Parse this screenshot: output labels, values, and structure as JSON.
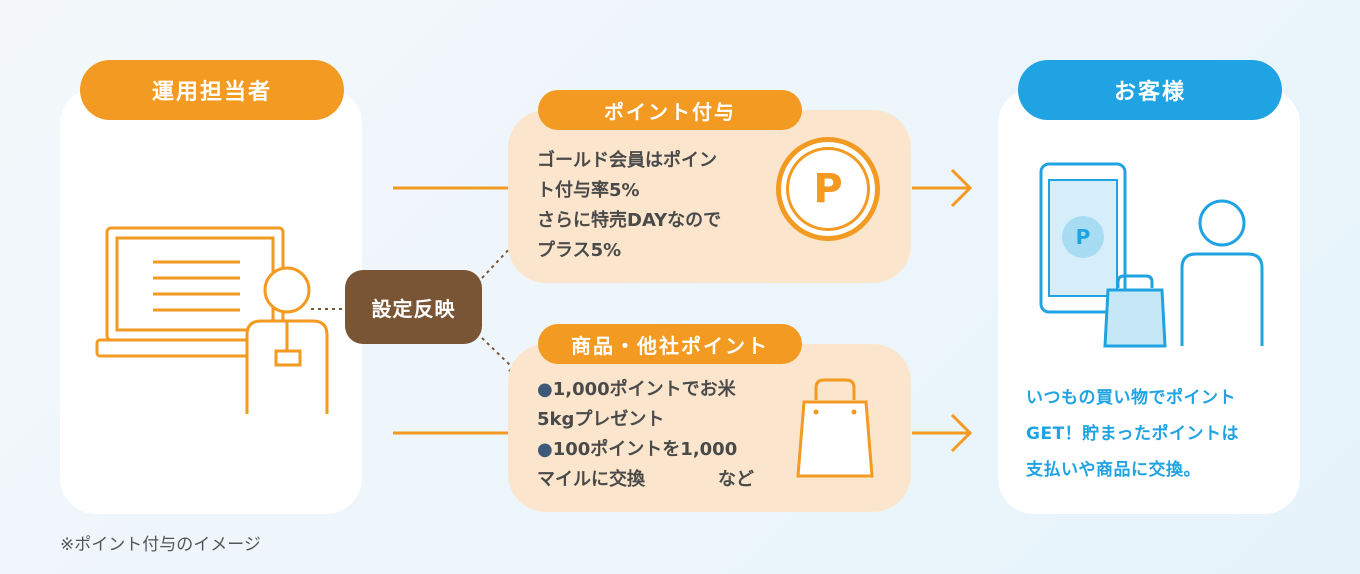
{
  "operator": {
    "label": "運用担当者"
  },
  "reflect": {
    "label": "設定反映"
  },
  "point_grant": {
    "label": "ポイント付与",
    "lines": [
      "ゴールド会員はポイン",
      "ト付与率5%",
      "さらに特売DAYなので",
      "プラス5%"
    ],
    "coin_letter": "P"
  },
  "exchange": {
    "label": "商品・他社ポイント",
    "lines": [
      "●1,000ポイントでお米",
      "5kgプレゼント",
      "●100ポイントを1,000",
      "マイルに交換"
    ],
    "etc": "など"
  },
  "customer": {
    "label": "お客様",
    "phone_letter": "P",
    "lines": [
      "いつもの買い物でポイント",
      "GET！貯まったポイントは",
      "支払いや商品に交換。"
    ]
  },
  "note": "※ポイント付与のイメージ",
  "colors": {
    "orange": "#f29a21",
    "blue": "#1fa3e3",
    "brown": "#7a5535",
    "beige": "#fbe6cd",
    "bullet": "#3c5a78"
  }
}
